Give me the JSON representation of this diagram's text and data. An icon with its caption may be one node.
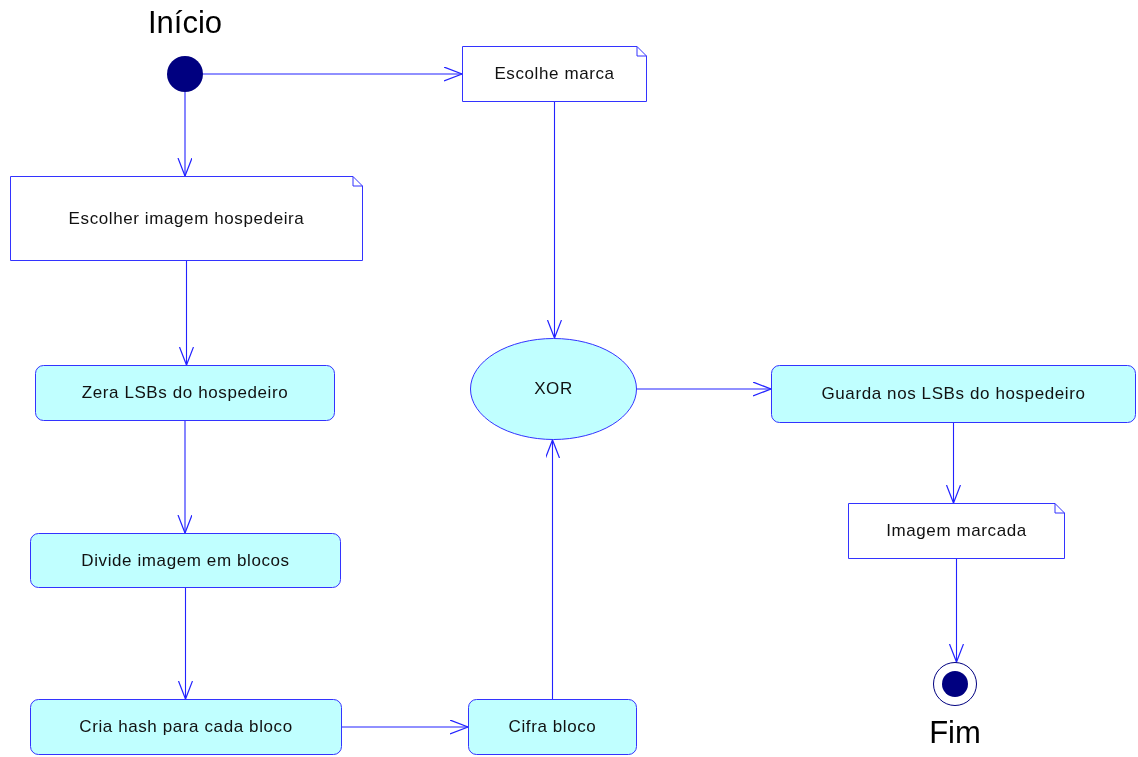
{
  "diagram": {
    "nodes": [
      {
        "text": [],
        "shape": "circle",
        "beside": [
          "Início"
        ]
      },
      {
        "text": [
          "Escolhe marca"
        ]
      },
      {
        "text": [
          "Escolher imagem hospedeira"
        ]
      },
      {
        "text": [
          "Zera LSBs do hospedeiro"
        ]
      },
      {
        "text": [
          "XOR"
        ]
      },
      {
        "text": [
          "Guarda nos LSBs do hospedeiro"
        ]
      },
      {
        "text": [
          "Divide imagem em blocos"
        ]
      },
      {
        "text": [
          "Imagem marcada"
        ]
      },
      {
        "text": [
          "Cria hash para cada bloco"
        ]
      },
      {
        "text": [
          "Cifra bloco"
        ]
      },
      {
        "text": [],
        "shape": "circle",
        "beside": [
          "Fim"
        ]
      }
    ],
    "edges": [
      {
        "from": 0,
        "to": 1,
        "arrow": "to"
      },
      {
        "from": 0,
        "to": 2,
        "arrow": "to"
      },
      {
        "from": 1,
        "to": 4,
        "arrow": "to"
      },
      {
        "from": 2,
        "to": 3,
        "arrow": "to"
      },
      {
        "from": 3,
        "to": 6,
        "arrow": "to"
      },
      {
        "from": 6,
        "to": 8,
        "arrow": "to"
      },
      {
        "from": 8,
        "to": 9,
        "arrow": "to"
      },
      {
        "from": 9,
        "to": 4,
        "arrow": "to"
      },
      {
        "from": 4,
        "to": 5,
        "arrow": "to"
      },
      {
        "from": 5,
        "to": 7,
        "arrow": "to"
      },
      {
        "from": 7,
        "to": 10,
        "arrow": "to"
      }
    ]
  }
}
